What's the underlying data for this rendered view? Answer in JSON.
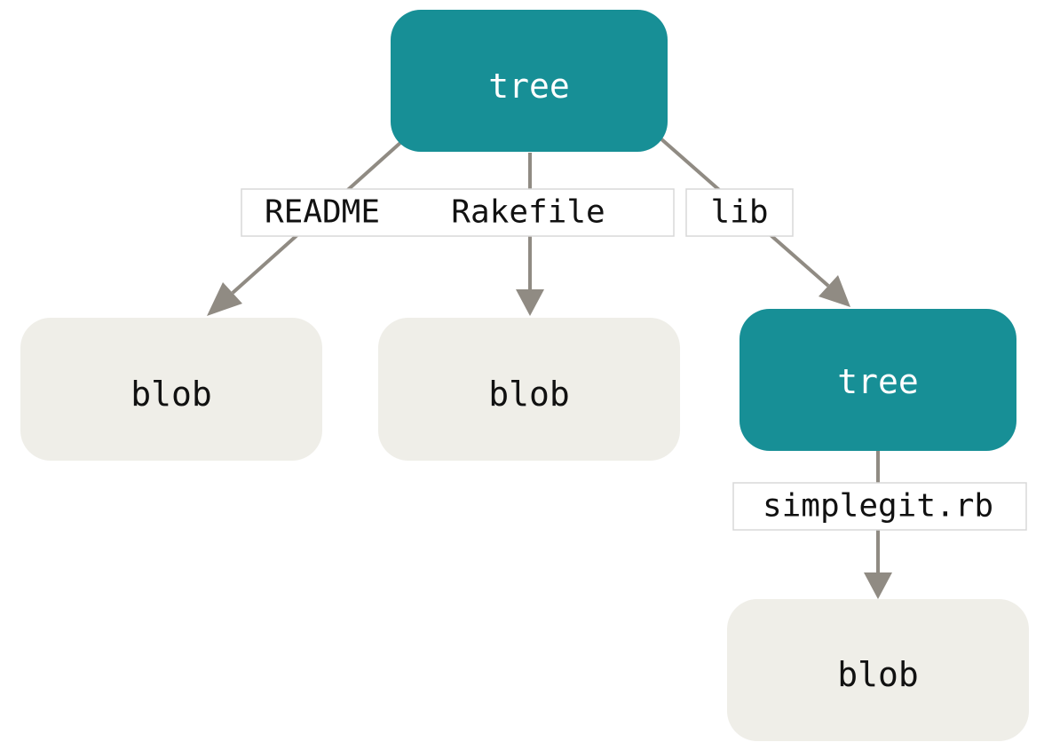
{
  "colors": {
    "tree_fill": "#178f96",
    "tree_text": "#ffffff",
    "blob_fill": "#efeee8",
    "blob_text": "#111111",
    "edge": "#908b83",
    "label_bg": "#ffffff",
    "label_border": "#d8d8d8",
    "label_text": "#111111"
  },
  "nodes": {
    "root_tree": {
      "kind": "tree",
      "label": "tree"
    },
    "lib_tree": {
      "kind": "tree",
      "label": "tree"
    },
    "readme_blob": {
      "kind": "blob",
      "label": "blob"
    },
    "rakefile_blob": {
      "kind": "blob",
      "label": "blob"
    },
    "simplegit_blob": {
      "kind": "blob",
      "label": "blob"
    }
  },
  "edges": {
    "readme": {
      "from": "root_tree",
      "to": "readme_blob",
      "label": "README"
    },
    "rakefile": {
      "from": "root_tree",
      "to": "rakefile_blob",
      "label": "Rakefile"
    },
    "lib": {
      "from": "root_tree",
      "to": "lib_tree",
      "label": "lib"
    },
    "simplegit": {
      "from": "lib_tree",
      "to": "simplegit_blob",
      "label": "simplegit.rb"
    }
  }
}
